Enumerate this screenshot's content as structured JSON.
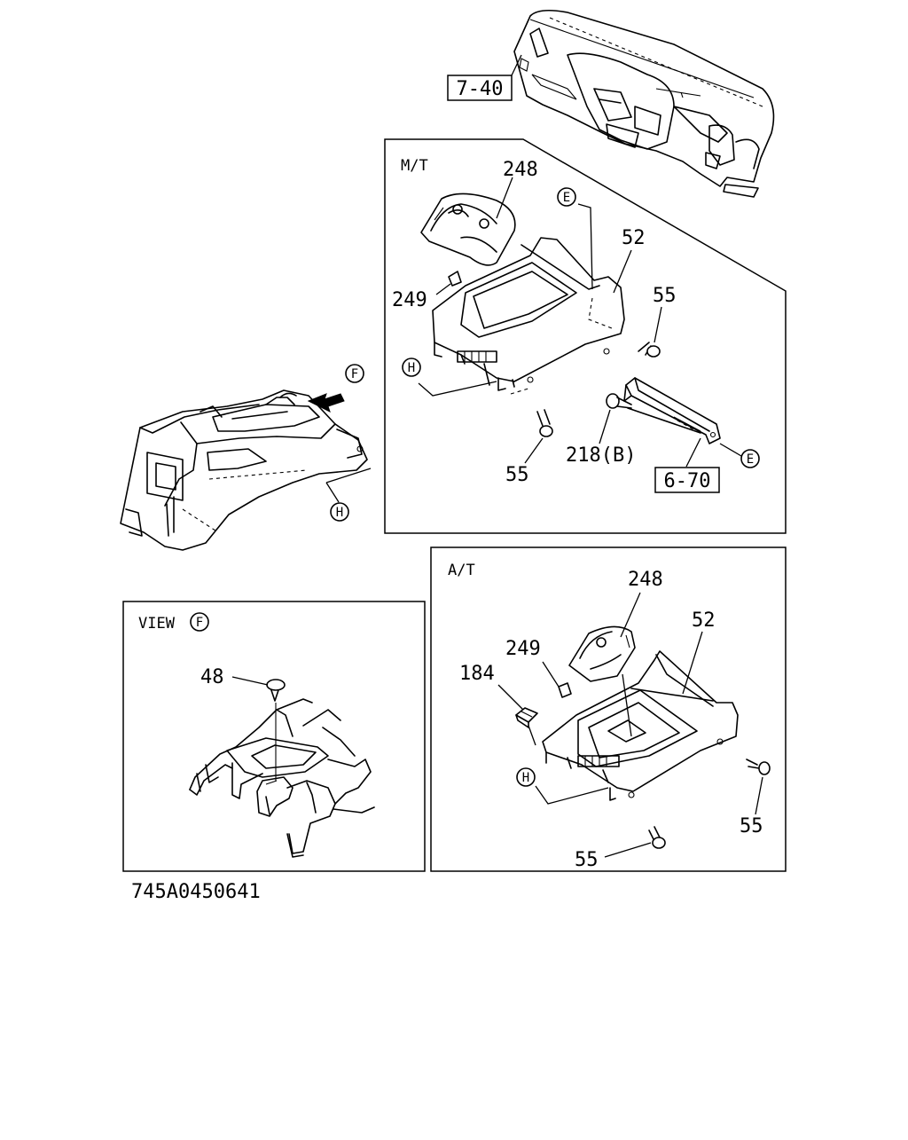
{
  "diagram": {
    "ref_boxes": {
      "top": "7-40",
      "bracket": "6-70"
    },
    "panels": {
      "mt": {
        "title": "M/T"
      },
      "at": {
        "title": "A/T"
      },
      "view": {
        "title": "VIEW",
        "marker": "F"
      }
    },
    "callouts": {
      "mt_248": "248",
      "mt_52": "52",
      "mt_249": "249",
      "mt_55_right": "55",
      "mt_55_bottom": "55",
      "mt_218b": "218(B)",
      "at_248": "248",
      "at_52": "52",
      "at_249": "249",
      "at_184": "184",
      "at_55_right": "55",
      "at_55_bottom": "55",
      "view_48": "48"
    },
    "markers": {
      "mt_e_top": "E",
      "mt_e_bottom": "E",
      "mt_h": "H",
      "main_f": "F",
      "main_h": "H",
      "at_h": "H"
    },
    "drawing_code": "745A0450641"
  }
}
